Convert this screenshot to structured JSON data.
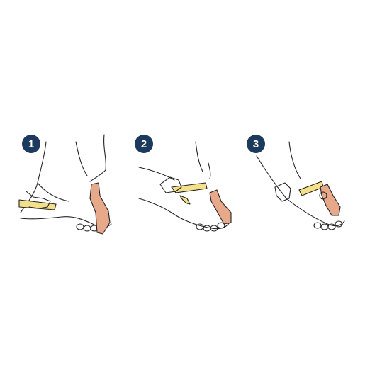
{
  "steps": [
    {
      "number": "1"
    },
    {
      "number": "2"
    },
    {
      "number": "3"
    }
  ],
  "colors": {
    "badge": "#1d3a5c",
    "strap": "#f5e08a",
    "splint": "#e8a98a",
    "line": "#222222"
  }
}
